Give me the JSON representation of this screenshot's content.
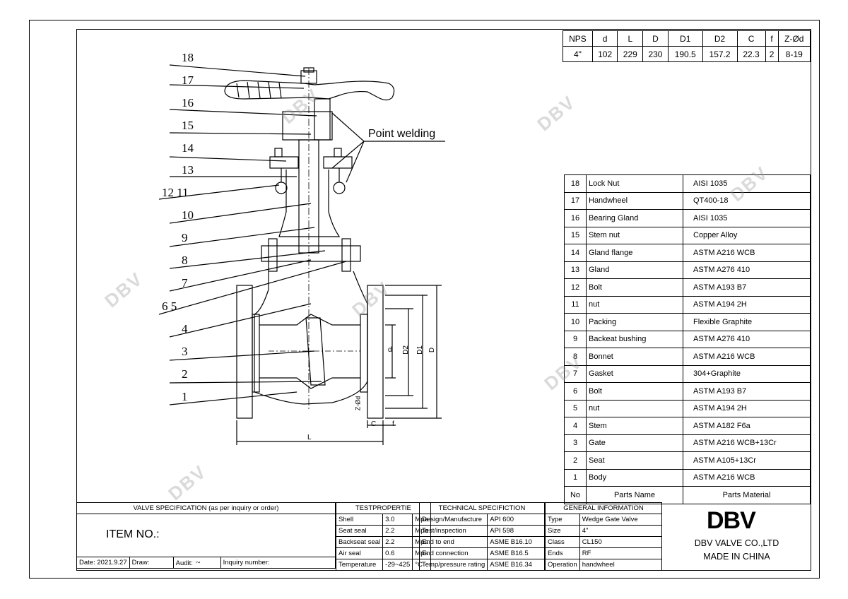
{
  "dimensions": {
    "headers": [
      "NPS",
      "d",
      "L",
      "D",
      "D1",
      "D2",
      "C",
      "f",
      "Z-Ød"
    ],
    "values": [
      "4\"",
      "102",
      "229",
      "230",
      "190.5",
      "157.2",
      "22.3",
      "2",
      "8-19"
    ]
  },
  "parts": {
    "header_no": "No",
    "header_name": "Parts Name",
    "header_material": "Parts Material",
    "rows": [
      {
        "no": "18",
        "name": "Lock Nut",
        "material": "AISI 1035"
      },
      {
        "no": "17",
        "name": "Handwheel",
        "material": "QT400-18"
      },
      {
        "no": "16",
        "name": "Bearing Gland",
        "material": "AISI 1035"
      },
      {
        "no": "15",
        "name": "Stem nut",
        "material": "Copper Alloy"
      },
      {
        "no": "14",
        "name": "Gland flange",
        "material": "ASTM A216 WCB"
      },
      {
        "no": "13",
        "name": "Gland",
        "material": "ASTM A276 410"
      },
      {
        "no": "12",
        "name": "Bolt",
        "material": "ASTM A193 B7"
      },
      {
        "no": "11",
        "name": "nut",
        "material": "ASTM A194 2H"
      },
      {
        "no": "10",
        "name": "Packing",
        "material": "Flexible Graphite"
      },
      {
        "no": "9",
        "name": "Backeat bushing",
        "material": "ASTM A276 410"
      },
      {
        "no": "8",
        "name": "Bonnet",
        "material": "ASTM A216 WCB"
      },
      {
        "no": "7",
        "name": "Gasket",
        "material": "304+Graphite"
      },
      {
        "no": "6",
        "name": "Bolt",
        "material": "ASTM A193 B7"
      },
      {
        "no": "5",
        "name": "nut",
        "material": "ASTM A194 2H"
      },
      {
        "no": "4",
        "name": "Stem",
        "material": "ASTM A182 F6a"
      },
      {
        "no": "3",
        "name": "Gate",
        "material": "ASTM A216 WCB+13Cr"
      },
      {
        "no": "2",
        "name": "Seat",
        "material": "ASTM A105+13Cr"
      },
      {
        "no": "1",
        "name": "Body",
        "material": "ASTM A216 WCB"
      }
    ]
  },
  "drawing": {
    "callouts": [
      "18",
      "17",
      "16",
      "15",
      "14",
      "13",
      "12 11",
      "10",
      "9",
      "8",
      "7",
      "6 5",
      "4",
      "3",
      "2",
      "1"
    ],
    "point_welding": "Point welding",
    "dim_labels": {
      "d": "d",
      "D2": "D2",
      "D1": "D1",
      "D": "D",
      "L": "L",
      "C": "C",
      "f": "f",
      "Z": "Z-Ød"
    }
  },
  "title_block": {
    "valve_spec": "VALVE SPECIFICATION (as per inquiry or order)",
    "item_no": "ITEM NO.:",
    "date": "Date: 2021.9.27",
    "draw": "Draw:",
    "audit": "Audit:",
    "inquiry": "Inquiry number:",
    "test_title": "TESTPROPERTIE",
    "tests": [
      {
        "name": "Shell",
        "value": "3.0",
        "unit": "Mpa"
      },
      {
        "name": "Seat seal",
        "value": "2.2",
        "unit": "Mpa"
      },
      {
        "name": "Backseat seal",
        "value": "2.2",
        "unit": "Mpa"
      },
      {
        "name": "Air seal",
        "value": "0.6",
        "unit": "Mpa"
      },
      {
        "name": "Temperature",
        "value": "-29~425",
        "unit": "°C"
      }
    ],
    "tech_title": "TECHNICAL SPECIFICTION",
    "tech": [
      {
        "k": "Design/Manufacture",
        "v": "API 600"
      },
      {
        "k": "Test/inspection",
        "v": "API 598"
      },
      {
        "k": "End to end",
        "v": "ASME B16.10"
      },
      {
        "k": "End connection",
        "v": "ASME B16.5"
      },
      {
        "k": "Temp/pressure rating",
        "v": "ASME B16.34"
      }
    ],
    "gen_title": "GENERAL INFORMATION",
    "gen": [
      {
        "k": "Type",
        "v": "Wedge Gate Valve"
      },
      {
        "k": "Size",
        "v": "4\""
      },
      {
        "k": "Class",
        "v": "CL150"
      },
      {
        "k": "Ends",
        "v": "RF"
      },
      {
        "k": "Operation",
        "v": "handwheel"
      }
    ],
    "logo": "DBV",
    "company": "DBV VALVE  CO.,LTD",
    "made_in": "MADE IN CHINA"
  },
  "watermark": "DBV"
}
